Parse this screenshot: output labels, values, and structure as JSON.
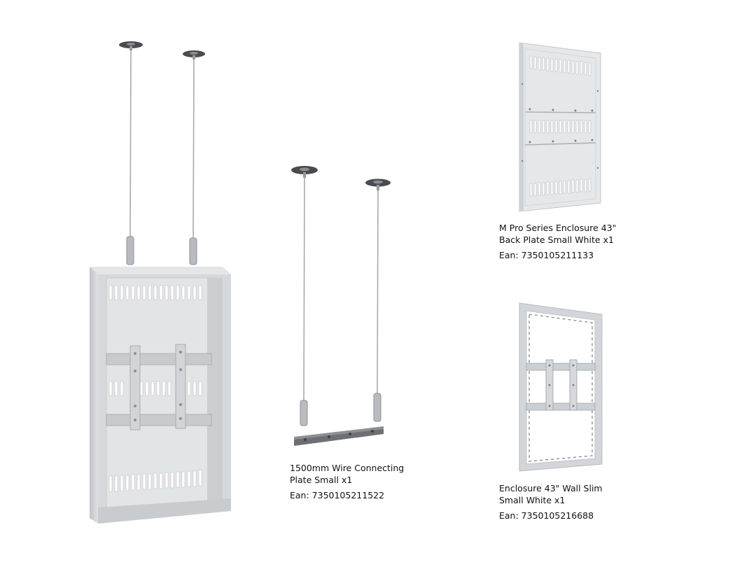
{
  "products": [
    {
      "id": "wire_plate",
      "title": "1500mm Wire Connecting\nPlate Small x1",
      "ean": "Ean: 7350105211522"
    },
    {
      "id": "back_plate",
      "title": "M Pro Series Enclosure 43\"\nBack Plate Small White x1",
      "ean": "Ean: 7350105211133"
    },
    {
      "id": "wall_slim",
      "title": "Enclosure 43\" Wall Slim\nSmall White x1",
      "ean": "Ean: 7350105216688"
    }
  ],
  "colors": {
    "background": "#ffffff",
    "panel": "#dcdde0",
    "frame": "#cfd1d4",
    "ceiling_plate": "#4a4b4e",
    "text": "#111111"
  }
}
